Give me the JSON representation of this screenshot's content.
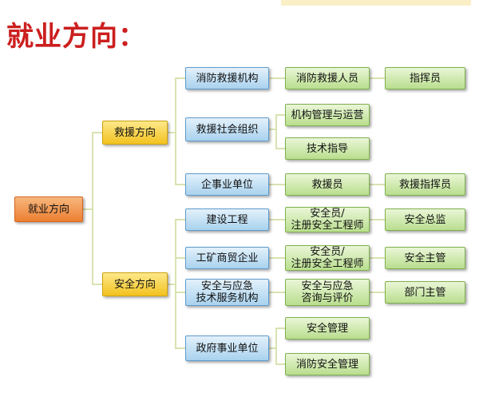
{
  "title": "就业方向：",
  "colors": {
    "title": "#cc1f1f",
    "root": "#ec7f32",
    "level1": "#f2c21f",
    "level2": "#a9d2ee",
    "level3": "#b9de8e",
    "lines": "#d7e3b0"
  },
  "nodes": {
    "root": "就业方向",
    "rescue": "救援方向",
    "safety": "安全方向",
    "fire_org": "消防救援机构",
    "rescue_social": "救援社会组织",
    "enterprise": "企事业单位",
    "construction": "建设工程",
    "industry": "工矿商贸企业",
    "emergency_org": "安全与应急\n技术服务机构",
    "gov": "政府事业单位",
    "fire_staff": "消防救援人员",
    "org_mgmt": "机构管理与运营",
    "tech_guide": "技术指导",
    "rescuer": "救援员",
    "safety_eng_1": "安全员/\n注册安全工程师",
    "safety_eng_2": "安全员/\n注册安全工程师",
    "consult": "安全与应急\n咨询与评价",
    "safety_mgmt": "安全管理",
    "fire_safety_mgmt": "消防安全管理",
    "commander_1": "指挥员",
    "rescue_commander": "救援指挥员",
    "safety_director": "安全总监",
    "safety_supervisor": "安全主管",
    "dept_supervisor": "部门主管"
  }
}
